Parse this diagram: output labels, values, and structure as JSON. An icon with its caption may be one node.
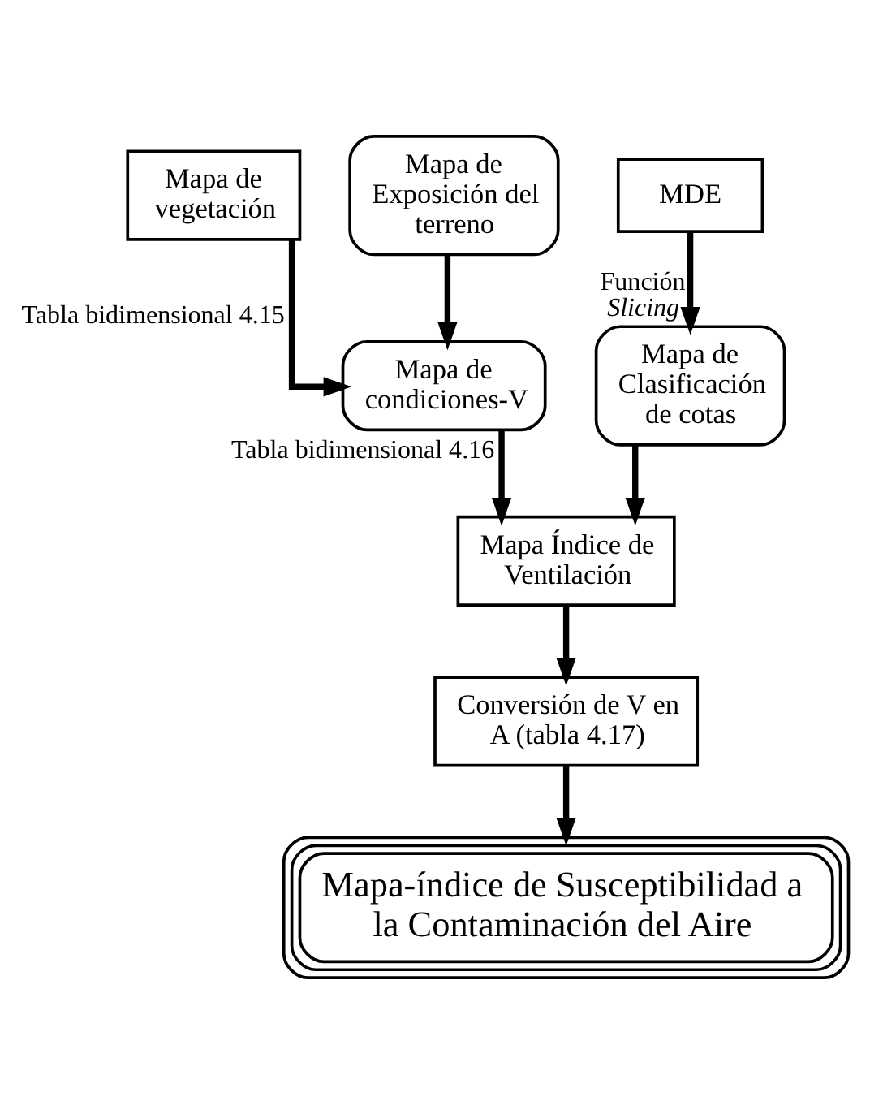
{
  "diagram": {
    "nodes": [
      {
        "text": [
          "Mapa de vegetación"
        ]
      },
      {
        "text": [
          "Mapa de Exposición del terreno"
        ]
      },
      {
        "text": [
          "MDE"
        ]
      },
      {
        "text": [
          "Mapa de condiciones-V"
        ]
      },
      {
        "text": [
          "Mapa de Clasificación de cotas"
        ]
      },
      {
        "text": [
          "Mapa Índice de Ventilación"
        ]
      },
      {
        "text": [
          "Conversión de V en A (tabla 4.17)"
        ]
      },
      {
        "text": [
          "Mapa-índice de Susceptibilidad a la Contaminación del Aire"
        ]
      }
    ],
    "edges": [
      {
        "from": 0,
        "to": 3,
        "arrow": "to",
        "label": "Tabla bidimensional 4.15"
      },
      {
        "from": 1,
        "to": 3,
        "arrow": "to"
      },
      {
        "from": 2,
        "to": 4,
        "arrow": "to",
        "label": "Función *Slicing*"
      },
      {
        "from": 3,
        "to": 5,
        "arrow": "to",
        "label": "Tabla bidimensional 4.16"
      },
      {
        "from": 4,
        "to": 5,
        "arrow": "to"
      },
      {
        "from": 5,
        "to": 6,
        "arrow": "to"
      },
      {
        "from": 6,
        "to": 7,
        "arrow": "to"
      }
    ]
  }
}
